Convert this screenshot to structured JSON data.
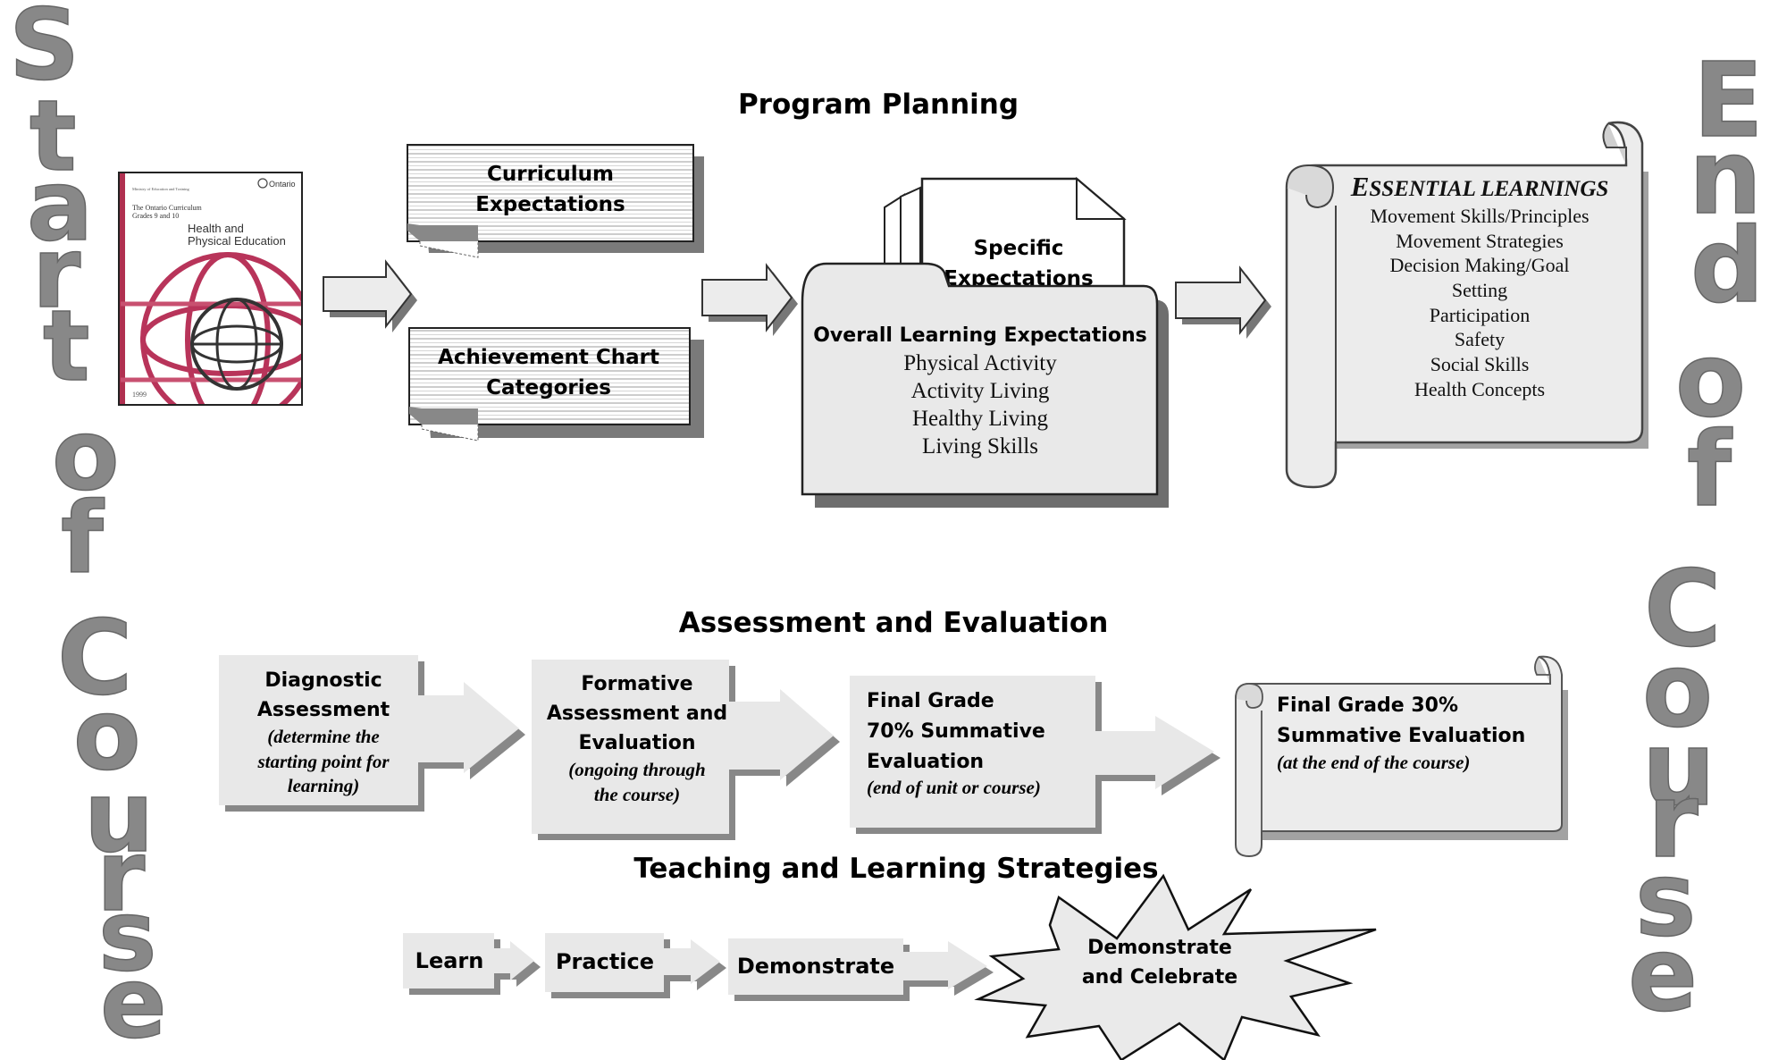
{
  "side_text": {
    "start": [
      "S",
      "t",
      "a",
      "r",
      "t",
      "o",
      "f",
      "C",
      "o",
      "u",
      "r",
      "s",
      "e"
    ],
    "end": [
      "E",
      "n",
      "d",
      "o",
      "f",
      "C",
      "o",
      "u",
      "r",
      "s",
      "e"
    ]
  },
  "book_cover": {
    "ministry": "Ministry of Education and Training",
    "brand": "Ontario",
    "series": "The Ontario Curriculum",
    "grades": "Grades 9 and 10",
    "title_line1": "Health and",
    "title_line2": "Physical Education",
    "year": "1999"
  },
  "program_planning": {
    "heading": "Program Planning",
    "curriculum": [
      "Curriculum",
      "Expectations"
    ],
    "achievement": [
      "Achievement Chart",
      "Categories"
    ],
    "specific": [
      "Specific",
      "Expectations"
    ],
    "overall_heading": "Overall Learning Expectations",
    "overall_items": [
      "Physical Activity",
      "Activity Living",
      "Healthy Living",
      "Living Skills"
    ],
    "essential_heading_cap": "E",
    "essential_heading_rest": "SSENTIAL LEARNINGS",
    "essential_items": [
      "Movement Skills/Principles",
      "Movement Strategies",
      "Decision Making/Goal",
      "Setting",
      "Participation",
      "Safety",
      "Social Skills",
      "Health Concepts"
    ]
  },
  "assessment": {
    "heading": "Assessment and Evaluation",
    "diagnostic": {
      "lines": [
        "Diagnostic",
        "Assessment"
      ],
      "italic": [
        "(determine the",
        "starting point for",
        "learning)"
      ]
    },
    "formative": {
      "lines": [
        "Formative",
        "Assessment and",
        "Evaluation"
      ],
      "italic": [
        "(ongoing through",
        "the course)"
      ]
    },
    "final70": {
      "lines": [
        "Final Grade",
        "70% Summative",
        "Evaluation"
      ],
      "italic": [
        "(end of unit or course)"
      ]
    },
    "final30": {
      "lines": [
        "Final Grade 30%",
        "Summative Evaluation"
      ],
      "italic": [
        "(at the end of the course)"
      ]
    }
  },
  "strategies": {
    "heading": "Teaching and Learning Strategies",
    "steps": [
      "Learn",
      "Practice",
      "Demonstrate"
    ],
    "celebrate": [
      "Demonstrate",
      "and Celebrate"
    ]
  }
}
